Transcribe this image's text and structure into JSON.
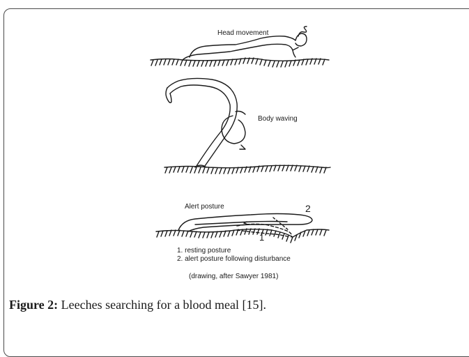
{
  "figure": {
    "label": "Figure 2:",
    "caption_text": " Leeches searching for a blood meal [15].",
    "drawing": {
      "head_movement_label": "Head movement",
      "body_waving_label": "Body waving",
      "alert_posture_label": "Alert posture",
      "marker_1": "1",
      "marker_2": "2",
      "legend_1": "1. resting posture",
      "legend_2": "2. alert posture following disturbance",
      "credit": "(drawing, after Sawyer 1981)"
    }
  }
}
